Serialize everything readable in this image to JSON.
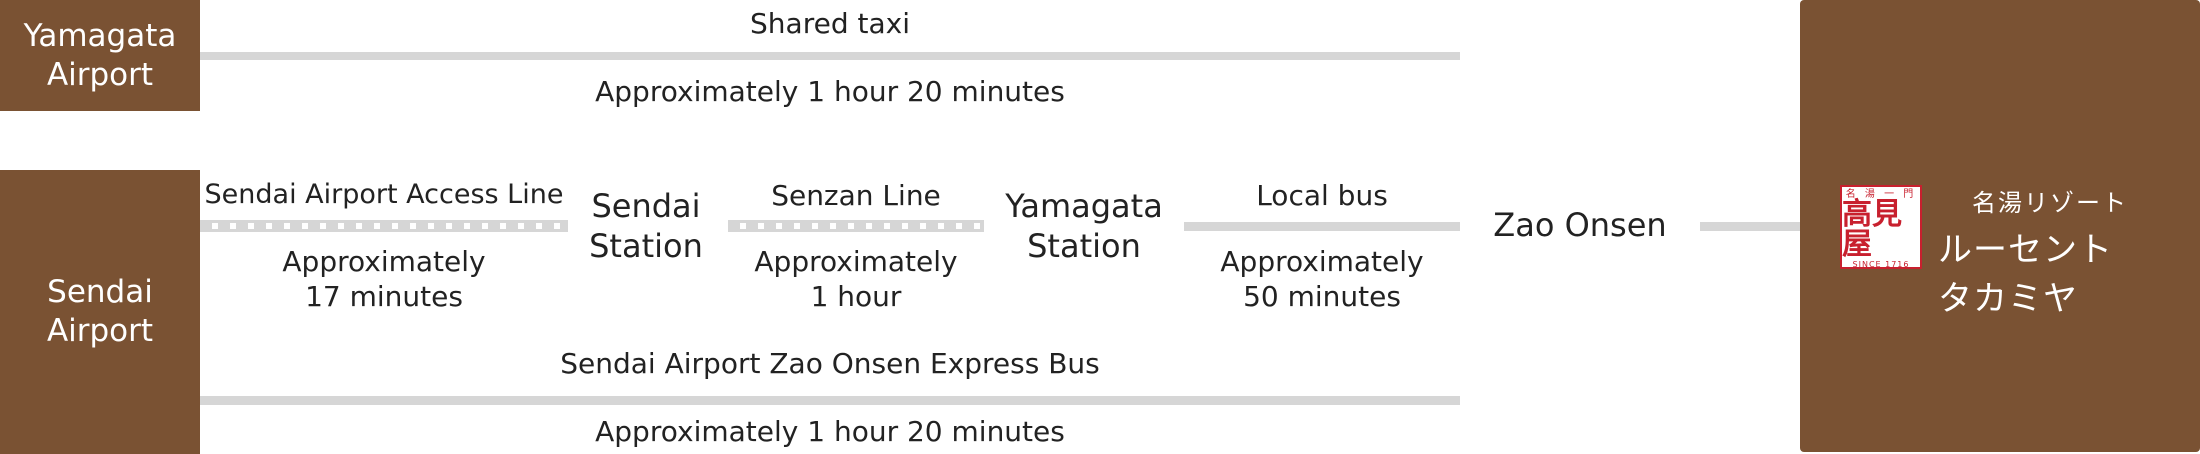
{
  "origins": {
    "yamagata_airport": "Yamagata\nAirport",
    "sendai_airport": "Sendai\nAirport"
  },
  "shared_taxi": {
    "label": "Shared taxi",
    "time": "Approximately 1 hour 20 minutes"
  },
  "access_line": {
    "label": "Sendai Airport Access Line",
    "time": "Approximately\n17 minutes"
  },
  "sendai_station": "Sendai\nStation",
  "senzan_line": {
    "label": "Senzan Line",
    "time": "Approximately\n1 hour"
  },
  "yamagata_station": "Yamagata\nStation",
  "local_bus": {
    "label": "Local bus",
    "time": "Approximately\n50 minutes"
  },
  "zao_onsen": "Zao Onsen",
  "express_bus": {
    "label": "Sendai Airport Zao Onsen Express Bus",
    "time": "Approximately 1 hour 20 minutes"
  },
  "destination_logo": {
    "seal_top": "名 湯 一 門",
    "seal_main": "高見屋",
    "seal_since": "SINCE 1716",
    "brand_line1": "名湯リゾート",
    "brand_line2": "ルーセント タカミヤ"
  },
  "colors": {
    "box_brown": "#7a5233",
    "line_gray": "#d6d6d6",
    "seal_red": "#c8202e"
  }
}
